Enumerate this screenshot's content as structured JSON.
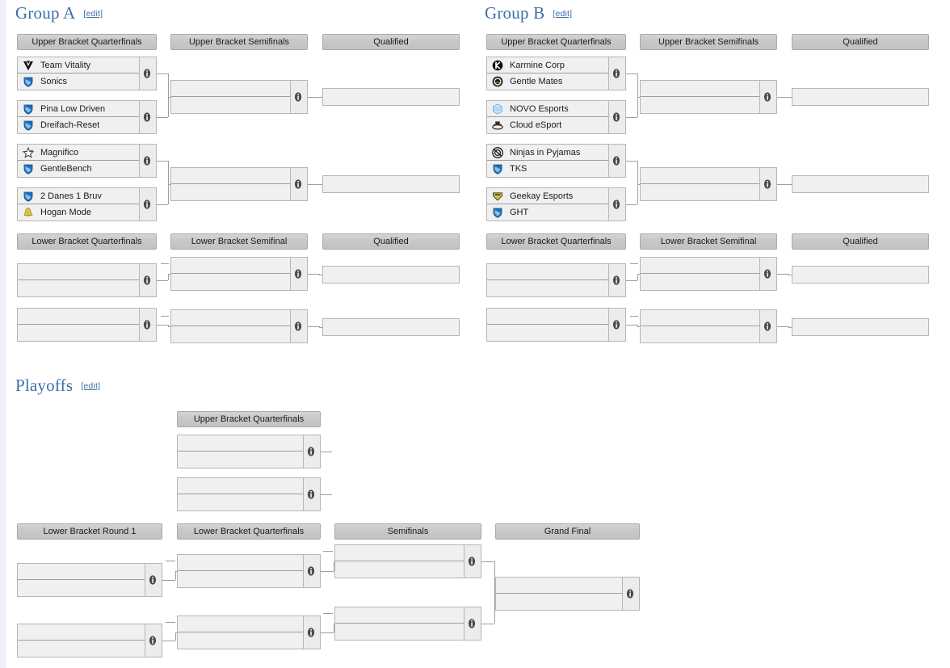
{
  "page": {
    "title": "Tournament Brackets",
    "edit_label": "[edit]",
    "accent_color": "#3b6fa8",
    "header_bg": "#c8c8c8",
    "match_bg": "#f0f0f0",
    "border_color": "#b6b6b6"
  },
  "sections": [
    {
      "id": "group-a",
      "title": "Group A"
    },
    {
      "id": "group-b",
      "title": "Group B"
    },
    {
      "id": "playoffs",
      "title": "Playoffs"
    }
  ],
  "round_headers": {
    "ubqf": "Upper Bracket Quarterfinals",
    "ubsf": "Upper Bracket Semifinals",
    "qualified": "Qualified",
    "lbqf": "Lower Bracket Quarterfinals",
    "lbsf": "Lower Bracket Semifinal",
    "lbr1": "Lower Bracket Round 1",
    "po_lbqf": "Lower Bracket Quarterfinals",
    "semifinals": "Semifinals",
    "grand_final": "Grand Final"
  },
  "icons": {
    "info": "info-icon",
    "logo_default": "shield-logo-icon"
  },
  "group_a": {
    "ub_quarterfinals": [
      {
        "top": {
          "name": "Team Vitality",
          "logo": "vitality-logo"
        },
        "bottom": {
          "name": "Sonics",
          "logo": "shield-logo"
        }
      },
      {
        "top": {
          "name": "Pina Low Driven",
          "logo": "shield-logo"
        },
        "bottom": {
          "name": "Dreifach-Reset",
          "logo": "shield-logo"
        }
      },
      {
        "top": {
          "name": "Magnifico",
          "logo": "star-logo"
        },
        "bottom": {
          "name": "GentleBench",
          "logo": "shield-logo"
        }
      },
      {
        "top": {
          "name": "2 Danes 1 Bruv",
          "logo": "shield-logo"
        },
        "bottom": {
          "name": "Hogan Mode",
          "logo": "bell-logo"
        }
      }
    ],
    "ub_semifinals": [
      {
        "top": {
          "name": "",
          "logo": ""
        },
        "bottom": {
          "name": "",
          "logo": ""
        }
      },
      {
        "top": {
          "name": "",
          "logo": ""
        },
        "bottom": {
          "name": "",
          "logo": ""
        }
      }
    ],
    "ub_qualified": [
      {
        "name": ""
      },
      {
        "name": ""
      }
    ],
    "lb_quarterfinals": [
      {
        "top": {
          "name": "",
          "logo": ""
        },
        "bottom": {
          "name": "",
          "logo": ""
        }
      },
      {
        "top": {
          "name": "",
          "logo": ""
        },
        "bottom": {
          "name": "",
          "logo": ""
        }
      }
    ],
    "lb_semifinals": [
      {
        "top": {
          "name": "",
          "logo": ""
        },
        "bottom": {
          "name": "",
          "logo": ""
        }
      },
      {
        "top": {
          "name": "",
          "logo": ""
        },
        "bottom": {
          "name": "",
          "logo": ""
        }
      }
    ],
    "lb_qualified": [
      {
        "name": ""
      },
      {
        "name": ""
      }
    ]
  },
  "group_b": {
    "ub_quarterfinals": [
      {
        "top": {
          "name": "Karmine Corp",
          "logo": "karmine-logo"
        },
        "bottom": {
          "name": "Gentle Mates",
          "logo": "gentlemates-logo"
        }
      },
      {
        "top": {
          "name": "NOVO Esports",
          "logo": "novo-logo"
        },
        "bottom": {
          "name": "Cloud eSport",
          "logo": "cloud-logo"
        }
      },
      {
        "top": {
          "name": "Ninjas in Pyjamas",
          "logo": "nip-logo"
        },
        "bottom": {
          "name": "TKS",
          "logo": "shield-logo"
        }
      },
      {
        "top": {
          "name": "Geekay Esports",
          "logo": "geekay-logo"
        },
        "bottom": {
          "name": "GHT",
          "logo": "shield-logo"
        }
      }
    ],
    "ub_semifinals": [
      {
        "top": {
          "name": "",
          "logo": ""
        },
        "bottom": {
          "name": "",
          "logo": ""
        }
      },
      {
        "top": {
          "name": "",
          "logo": ""
        },
        "bottom": {
          "name": "",
          "logo": ""
        }
      }
    ],
    "ub_qualified": [
      {
        "name": ""
      },
      {
        "name": ""
      }
    ],
    "lb_quarterfinals": [
      {
        "top": {
          "name": "",
          "logo": ""
        },
        "bottom": {
          "name": "",
          "logo": ""
        }
      },
      {
        "top": {
          "name": "",
          "logo": ""
        },
        "bottom": {
          "name": "",
          "logo": ""
        }
      }
    ],
    "lb_semifinals": [
      {
        "top": {
          "name": "",
          "logo": ""
        },
        "bottom": {
          "name": "",
          "logo": ""
        }
      },
      {
        "top": {
          "name": "",
          "logo": ""
        },
        "bottom": {
          "name": "",
          "logo": ""
        }
      }
    ],
    "lb_qualified": [
      {
        "name": ""
      },
      {
        "name": ""
      }
    ]
  },
  "playoffs": {
    "ub_quarterfinals": [
      {
        "top": {
          "name": "",
          "logo": ""
        },
        "bottom": {
          "name": "",
          "logo": ""
        }
      },
      {
        "top": {
          "name": "",
          "logo": ""
        },
        "bottom": {
          "name": "",
          "logo": ""
        }
      }
    ],
    "lb_round1": [
      {
        "top": {
          "name": "",
          "logo": ""
        },
        "bottom": {
          "name": "",
          "logo": ""
        }
      },
      {
        "top": {
          "name": "",
          "logo": ""
        },
        "bottom": {
          "name": "",
          "logo": ""
        }
      }
    ],
    "lb_quarterfinals": [
      {
        "top": {
          "name": "",
          "logo": ""
        },
        "bottom": {
          "name": "",
          "logo": ""
        }
      },
      {
        "top": {
          "name": "",
          "logo": ""
        },
        "bottom": {
          "name": "",
          "logo": ""
        }
      }
    ],
    "semifinals": [
      {
        "top": {
          "name": "",
          "logo": ""
        },
        "bottom": {
          "name": "",
          "logo": ""
        }
      },
      {
        "top": {
          "name": "",
          "logo": ""
        },
        "bottom": {
          "name": "",
          "logo": ""
        }
      }
    ],
    "grand_final": [
      {
        "top": {
          "name": "",
          "logo": ""
        },
        "bottom": {
          "name": "",
          "logo": ""
        }
      }
    ]
  }
}
